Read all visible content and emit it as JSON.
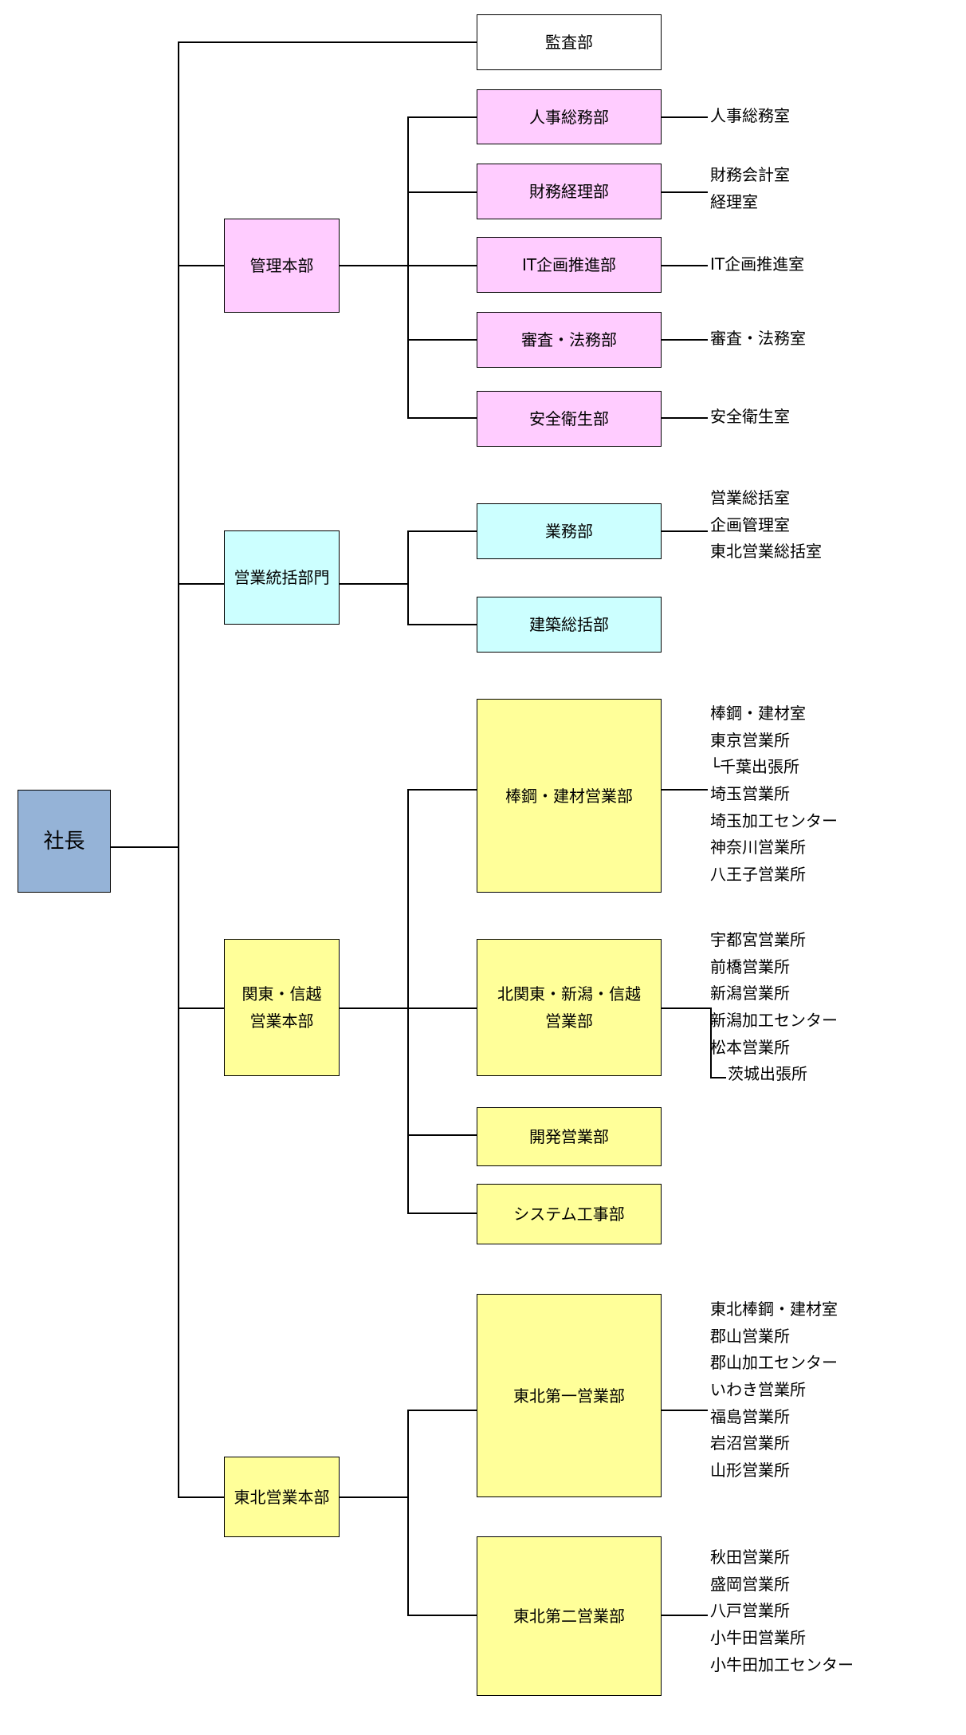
{
  "colors": {
    "president": "#95b3d7",
    "admin": "#ffccff",
    "sales_control": "#ccffff",
    "regional": "#ffff99",
    "audit": "#ffffff",
    "line": "#000000"
  },
  "president": {
    "label": "社長"
  },
  "audit": {
    "label": "監査部"
  },
  "divisions": [
    {
      "label": "管理本部",
      "departments": [
        {
          "label": "人事総務部",
          "sections": [
            "人事総務室"
          ]
        },
        {
          "label": "財務経理部",
          "sections": [
            "財務会計室",
            "経理室"
          ]
        },
        {
          "label": "IT企画推進部",
          "sections": [
            "IT企画推進室"
          ]
        },
        {
          "label": "審査・法務部",
          "sections": [
            "審査・法務室"
          ]
        },
        {
          "label": "安全衛生部",
          "sections": [
            "安全衛生室"
          ]
        }
      ]
    },
    {
      "label": "営業統括部門",
      "departments": [
        {
          "label": "業務部",
          "sections": [
            "営業総括室",
            "企画管理室",
            "東北営業総括室"
          ]
        },
        {
          "label": "建築総括部",
          "sections": []
        }
      ]
    },
    {
      "label": "関東・信越\n営業本部",
      "departments": [
        {
          "label": "棒鋼・建材営業部",
          "sections": [
            "棒鋼・建材室",
            "東京営業所",
            "└千葉出張所",
            "埼玉営業所",
            "埼玉加工センター",
            "神奈川営業所",
            "八王子営業所"
          ]
        },
        {
          "label": "北関東・新潟・信越\n営業部",
          "sections": [
            "宇都宮営業所",
            "前橋営業所",
            "新潟営業所",
            "新潟加工センター",
            "松本営業所",
            "茨城出張所"
          ]
        },
        {
          "label": "開発営業部",
          "sections": []
        },
        {
          "label": "システム工事部",
          "sections": []
        }
      ]
    },
    {
      "label": "東北営業本部",
      "departments": [
        {
          "label": "東北第一営業部",
          "sections": [
            "東北棒鋼・建材室",
            "郡山営業所",
            "郡山加工センター",
            "いわき営業所",
            "福島営業所",
            "岩沼営業所",
            "山形営業所"
          ]
        },
        {
          "label": "東北第二営業部",
          "sections": [
            "秋田営業所",
            "盛岡営業所",
            "八戸営業所",
            "小牛田営業所",
            "小牛田加工センター"
          ]
        }
      ]
    }
  ]
}
